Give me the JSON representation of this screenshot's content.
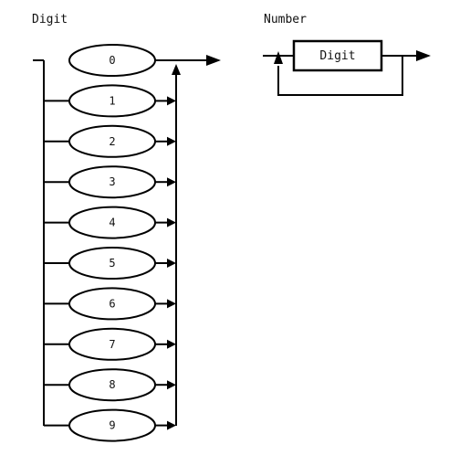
{
  "digit_diagram": {
    "title": "Digit",
    "choices": [
      "0",
      "1",
      "2",
      "3",
      "4",
      "5",
      "6",
      "7",
      "8",
      "9"
    ]
  },
  "number_diagram": {
    "title": "Number",
    "nonterminal": "Digit"
  },
  "colors": {
    "stroke": "#000000",
    "background": "#ffffff"
  }
}
